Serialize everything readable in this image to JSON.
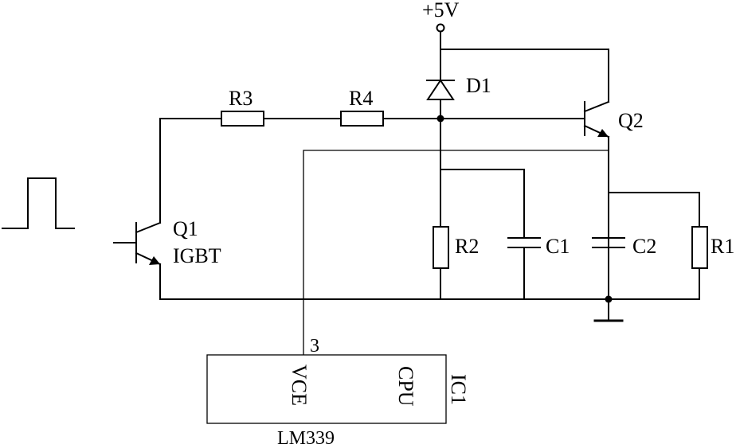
{
  "supply": {
    "label": "+5V"
  },
  "components": {
    "r3": "R3",
    "r4": "R4",
    "d1": "D1",
    "q2": "Q2",
    "q1": "Q1",
    "q1_type": "IGBT",
    "r2": "R2",
    "c1": "C1",
    "c2": "C2",
    "r1": "R1"
  },
  "ic": {
    "pin_number": "3",
    "pin_vce": "VCE",
    "pin_cpu": "CPU",
    "designator": "IC1",
    "part_number": "LM339"
  }
}
